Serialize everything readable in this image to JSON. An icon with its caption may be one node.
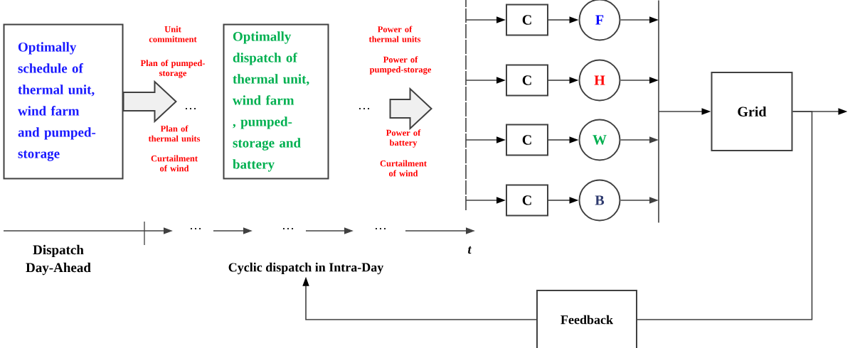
{
  "diagram": {
    "nodes": [
      {
        "text": [
          "Optimally schedule of thermal unit, wind farm and pumped-storage"
        ]
      },
      {
        "text": [
          "…"
        ]
      },
      {
        "text": [
          "Optimally dispatch of thermal unit, wind farm , pumped-storage and battery"
        ]
      },
      {
        "text": [
          "…"
        ]
      },
      {
        "text": [],
        "shape": "bar"
      },
      {
        "text": [
          "C"
        ]
      },
      {
        "text": [
          "F"
        ]
      },
      {
        "text": [
          "C"
        ]
      },
      {
        "text": [
          "H"
        ]
      },
      {
        "text": [
          "C"
        ]
      },
      {
        "text": [
          "W"
        ]
      },
      {
        "text": [
          "C"
        ]
      },
      {
        "text": [
          "B"
        ]
      },
      {
        "text": [],
        "shape": "bar"
      },
      {
        "text": [
          "Grid"
        ]
      },
      {
        "text": [
          "Feedback"
        ]
      },
      {
        "text": [
          "Cyclic dispatch in Intra-Day"
        ]
      }
    ],
    "edges": [
      {
        "from": 0,
        "to": 1,
        "arrow": "to",
        "style": "thick"
      },
      {
        "from": 3,
        "to": null,
        "arrow": "to",
        "style": "thick"
      },
      {
        "from": 4,
        "to": 5,
        "arrow": "to"
      },
      {
        "from": 4,
        "to": 7,
        "arrow": "to"
      },
      {
        "from": 4,
        "to": 9,
        "arrow": "to"
      },
      {
        "from": 4,
        "to": 11,
        "arrow": "to"
      },
      {
        "from": 5,
        "to": 6,
        "arrow": "to"
      },
      {
        "from": 7,
        "to": 8,
        "arrow": "to"
      },
      {
        "from": 9,
        "to": 10,
        "arrow": "to"
      },
      {
        "from": 11,
        "to": 12,
        "arrow": "to"
      },
      {
        "from": 6,
        "to": 13,
        "arrow": "to"
      },
      {
        "from": 8,
        "to": 13,
        "arrow": "to"
      },
      {
        "from": 10,
        "to": 13,
        "arrow": "to",
        "color": "#404040"
      },
      {
        "from": 12,
        "to": 13,
        "arrow": "to",
        "color": "#404040"
      },
      {
        "from": 13,
        "to": 14,
        "arrow": "to"
      },
      {
        "from": 14,
        "to": null,
        "arrow": "to"
      },
      {
        "from": 14,
        "to": 15,
        "arrow": "none"
      },
      {
        "from": 15,
        "to": 16,
        "arrow": "to"
      }
    ],
    "labels": [
      "Unit commitment",
      "Plan of pumped-storage",
      "Plan of thermal units",
      "Curtailment of wind",
      "Power of thermal units",
      "Power of pumped-storage",
      "Power of battery",
      "Curtailment of wind",
      "…",
      "…",
      "…",
      "t",
      "Dispatch Day-Ahead"
    ]
  }
}
